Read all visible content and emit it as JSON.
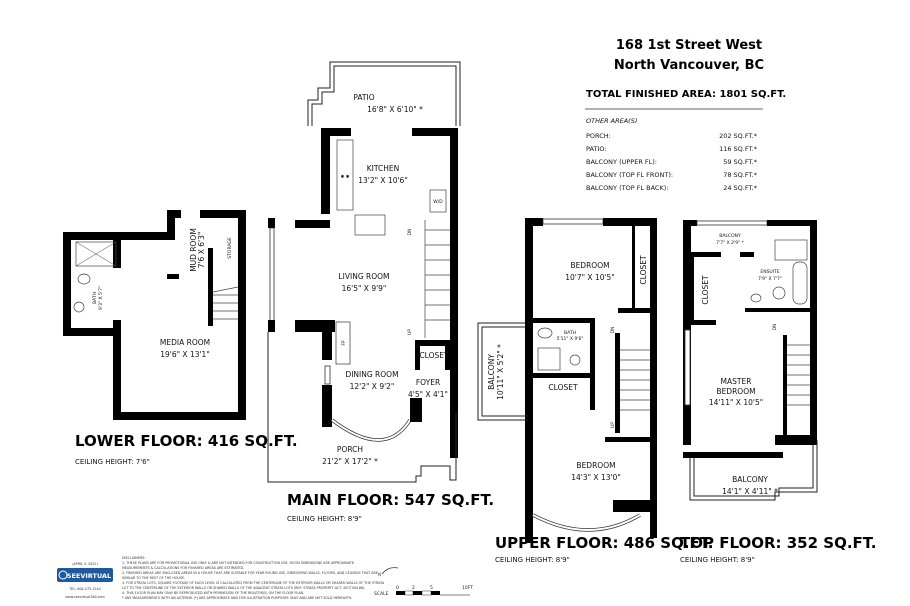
{
  "header": {
    "address_line1": "168 1st Street West",
    "address_line2": "North Vancouver, BC",
    "total_finished_area": "TOTAL FINISHED AREA:  1801 SQ.FT.",
    "other_areas_title": "OTHER AREA(S)",
    "other_areas": [
      {
        "label": "PORCH:",
        "value": "202 SQ.FT.*"
      },
      {
        "label": "PATIO:",
        "value": "116 SQ.FT.*"
      },
      {
        "label": "BALCONY (UPPER FL):",
        "value": "59 SQ.FT.*"
      },
      {
        "label": "BALCONY (TOP FL FRONT):",
        "value": "78 SQ.FT.*"
      },
      {
        "label": "BALCONY (TOP FL BACK):",
        "value": "24 SQ.FT.*"
      }
    ]
  },
  "floors": {
    "lower": {
      "title": "LOWER FLOOR: 416 SQ.FT.",
      "ceiling": "CEILING HEIGHT: 7'6\"",
      "rooms": {
        "bath": {
          "name": "BATH",
          "dims": "9'3\" X 5'7\""
        },
        "mud_room": {
          "name": "MUD ROOM",
          "dims": "7'6 X 6'3\""
        },
        "storage": {
          "name": "STORAGE"
        },
        "media_room": {
          "name": "MEDIA ROOM",
          "dims": "19'6\" X 13'1\""
        }
      }
    },
    "main": {
      "title": "MAIN FLOOR: 547 SQ.FT.",
      "ceiling": "CEILING HEIGHT: 8'9\"",
      "rooms": {
        "patio": {
          "name": "PATIO",
          "dims": "16'8\" X 6'10\" *"
        },
        "kitchen": {
          "name": "KITCHEN",
          "dims": "13'2\" X 10'6\""
        },
        "living_room": {
          "name": "LIVING ROOM",
          "dims": "16'5\" X 9'9\""
        },
        "dining_room": {
          "name": "DINING ROOM",
          "dims": "12'2\" X 9'2\""
        },
        "foyer": {
          "name": "FOYER",
          "dims": "4'5\" X 4'1\""
        },
        "closet": {
          "name": "CLOSET"
        },
        "porch": {
          "name": "PORCH",
          "dims": "21'2\" X 17'2\" *"
        },
        "fireplace": "FP",
        "wd": "W/D",
        "stairs_dn": "DN",
        "stairs_up": "UP"
      }
    },
    "upper": {
      "title": "UPPER FLOOR: 486 SQ.FT.",
      "ceiling": "CEILING HEIGHT: 8'9\"",
      "rooms": {
        "bedroom1": {
          "name": "BEDROOM",
          "dims": "10'7\" X 10'5\""
        },
        "closet1": {
          "name": "CLOSET"
        },
        "bath": {
          "name": "BATH",
          "dims": "5'11\" X 9'6\""
        },
        "closet2": {
          "name": "CLOSET"
        },
        "balcony": {
          "name": "BALCONY",
          "dims": "10'11\" X 5'2\" *"
        },
        "bedroom2": {
          "name": "BEDROOM",
          "dims": "14'3\" X 13'0\""
        },
        "stairs_dn": "DN",
        "stairs_up": "UP"
      }
    },
    "top": {
      "title": "TOP FLOOR: 352 SQ.FT.",
      "ceiling": "CEILING HEIGHT: 8'9\"",
      "rooms": {
        "balcony_back": {
          "name": "BALCONY",
          "dims": "7'7\" X 2'9\" *"
        },
        "ensuite": {
          "name": "ENSUITE",
          "dims": "7'9\" X 7'7\""
        },
        "closet": {
          "name": "CLOSET"
        },
        "master_line1": "MASTER",
        "master_line2": "BEDROOM",
        "master_dims": "14'11\" X 10'5\"",
        "balcony_front": {
          "name": "BALCONY",
          "dims": "14'1\" X 4'11\" *"
        },
        "stairs_dn": "DN"
      }
    }
  },
  "footer": {
    "date": "(APRIL 5, 2022)",
    "logo_text": "SEEVIRTUAL",
    "phone": "TEL: 604-575-1244",
    "website": "www.seevirtual360.com",
    "disclaimer_title": "DISCLAIMERS:",
    "disclaimer_lines": [
      "1. THESE PLANS ARE FOR PROMOTIONAL USE ONLY & ARE NOT INTENDED FOR CONSTRUCTION USE. ROOM DIMENSIONS ARE APPROXIMATE.",
      "MEASUREMENTS & CALCULATIONS FOR FINISHED AREAS ARE ESTIMATED.",
      "2. FINISHED AREAS ARE ENCLOSED AREAS IN A HOUSE THAT ARE SUITABLE FOR YEAR ROUND USE, EMBODYING WALLS, FLOORS, AND CEILINGS THAT ARE",
      "SIMILAR TO THE REST OF THE HOUSE.",
      "3. FOR STRATA LOTS, SQUARE FOOTAGE OF EACH LEVEL IS CALCULATED FROM THE CENTERLINE OF THE EXTERIOR WALLS OR SHARED WALLS OF THE STRATA",
      "LOT TO THE CENTERLINE OF THE EXTERIOR WALLS OR SHARED WALLS OF THE ADJACENT STRATA LOTS (REF: STRATA PROPERTY ACT, SECTION 68).",
      "4. THIS FLOOR PLAN MAY ONLY BE REPRODUCED WITH PERMISSION OF THE REALTOR(S) ON THE FLOOR PLAN.",
      "* ANY MEASUREMENTS WITH AN ASTERISK (*) ARE APPROXIMATE AND FOR ILLUSTRATION PURPOSES ONLY AND ARE NOT SOLD HEREWITH."
    ],
    "compass": "N",
    "scale_label": "SCALE",
    "scale_ticks": [
      "0",
      "2",
      "5",
      "10FT"
    ]
  },
  "colors": {
    "wall": "#000000",
    "logo_blue": "#1f5a9e"
  }
}
